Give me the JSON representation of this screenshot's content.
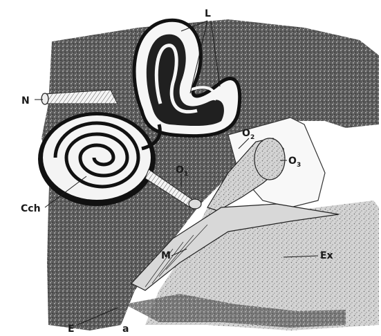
{
  "figure": {
    "labels": {
      "L": "L",
      "N": "N",
      "O2_main": "O",
      "O2_sub": "2",
      "O3_main": "O",
      "O3_sub": "3",
      "O1_main": "O",
      "O1_sub": "1",
      "Cch": "Cch",
      "M": "M",
      "Ex": "Ex",
      "E": "E",
      "a": "a"
    }
  }
}
